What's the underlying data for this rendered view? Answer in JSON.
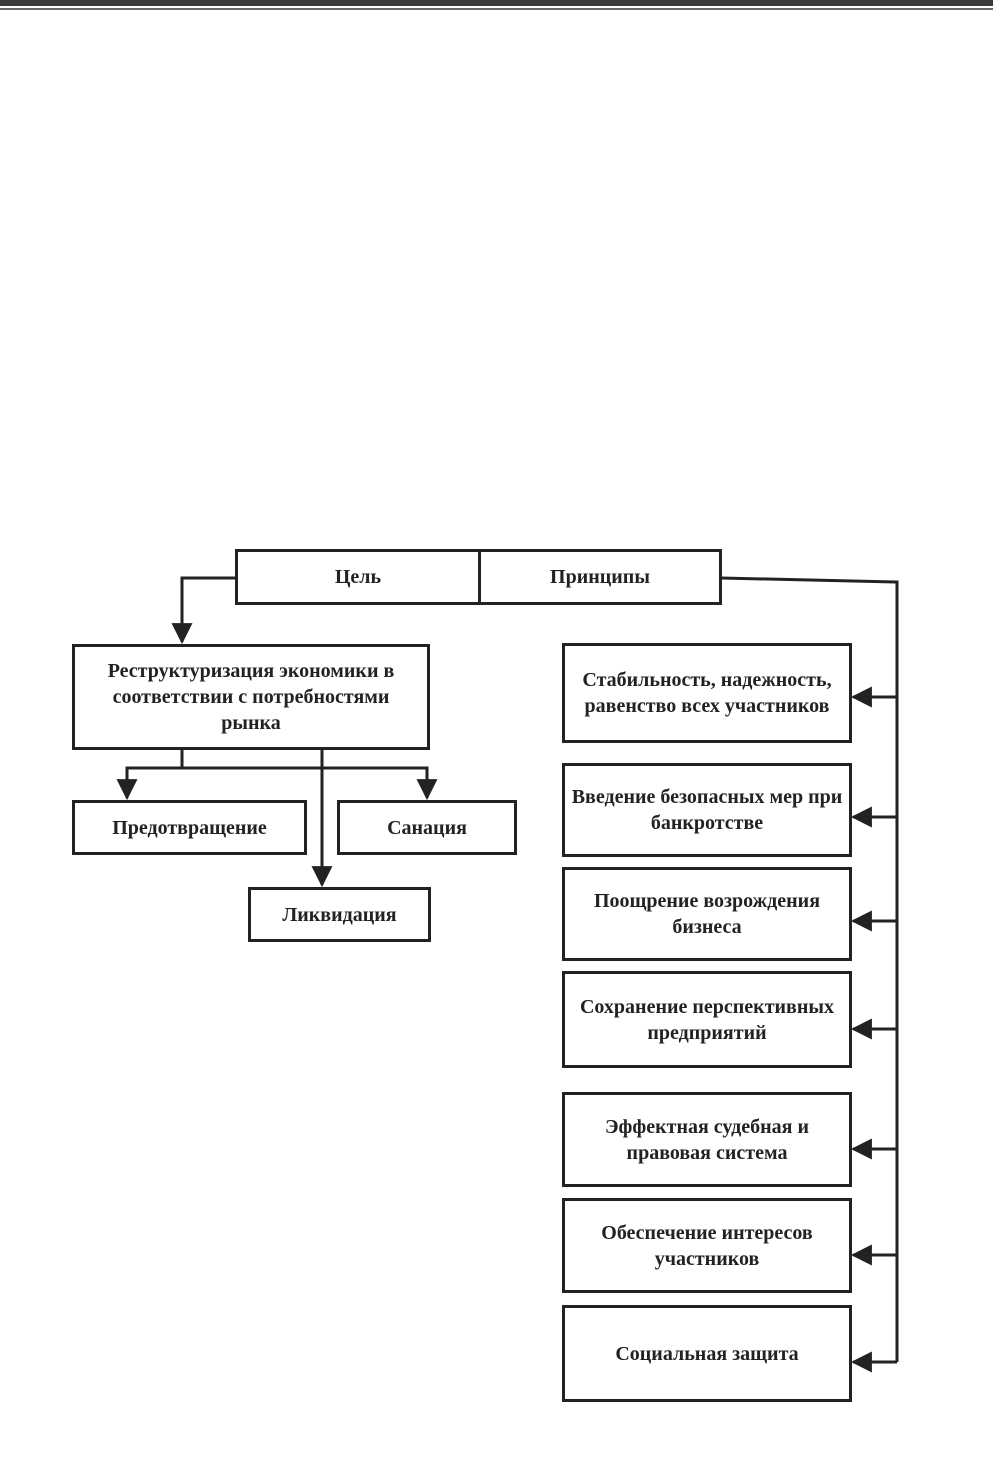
{
  "header_block": {
    "goal_label": "Цель",
    "principles_label": "Принципы"
  },
  "goal": {
    "main": "Реструктуризация экономики в соответствии с потребностями рынка",
    "outcomes": [
      "Предотвращение",
      "Санация",
      "Ликвидация"
    ]
  },
  "principles": [
    "Стабильность, надежность, равенство всех участников",
    "Введение безопасных мер при банкротстве",
    "Поощрение возрождения бизнеса",
    "Сохранение перспективных предприятий",
    "Эффектная судебная и правовая система",
    "Обеспечение интересов участников",
    "Социальная защита"
  ],
  "colors": {
    "line": "#222222",
    "background": "#ffffff"
  }
}
